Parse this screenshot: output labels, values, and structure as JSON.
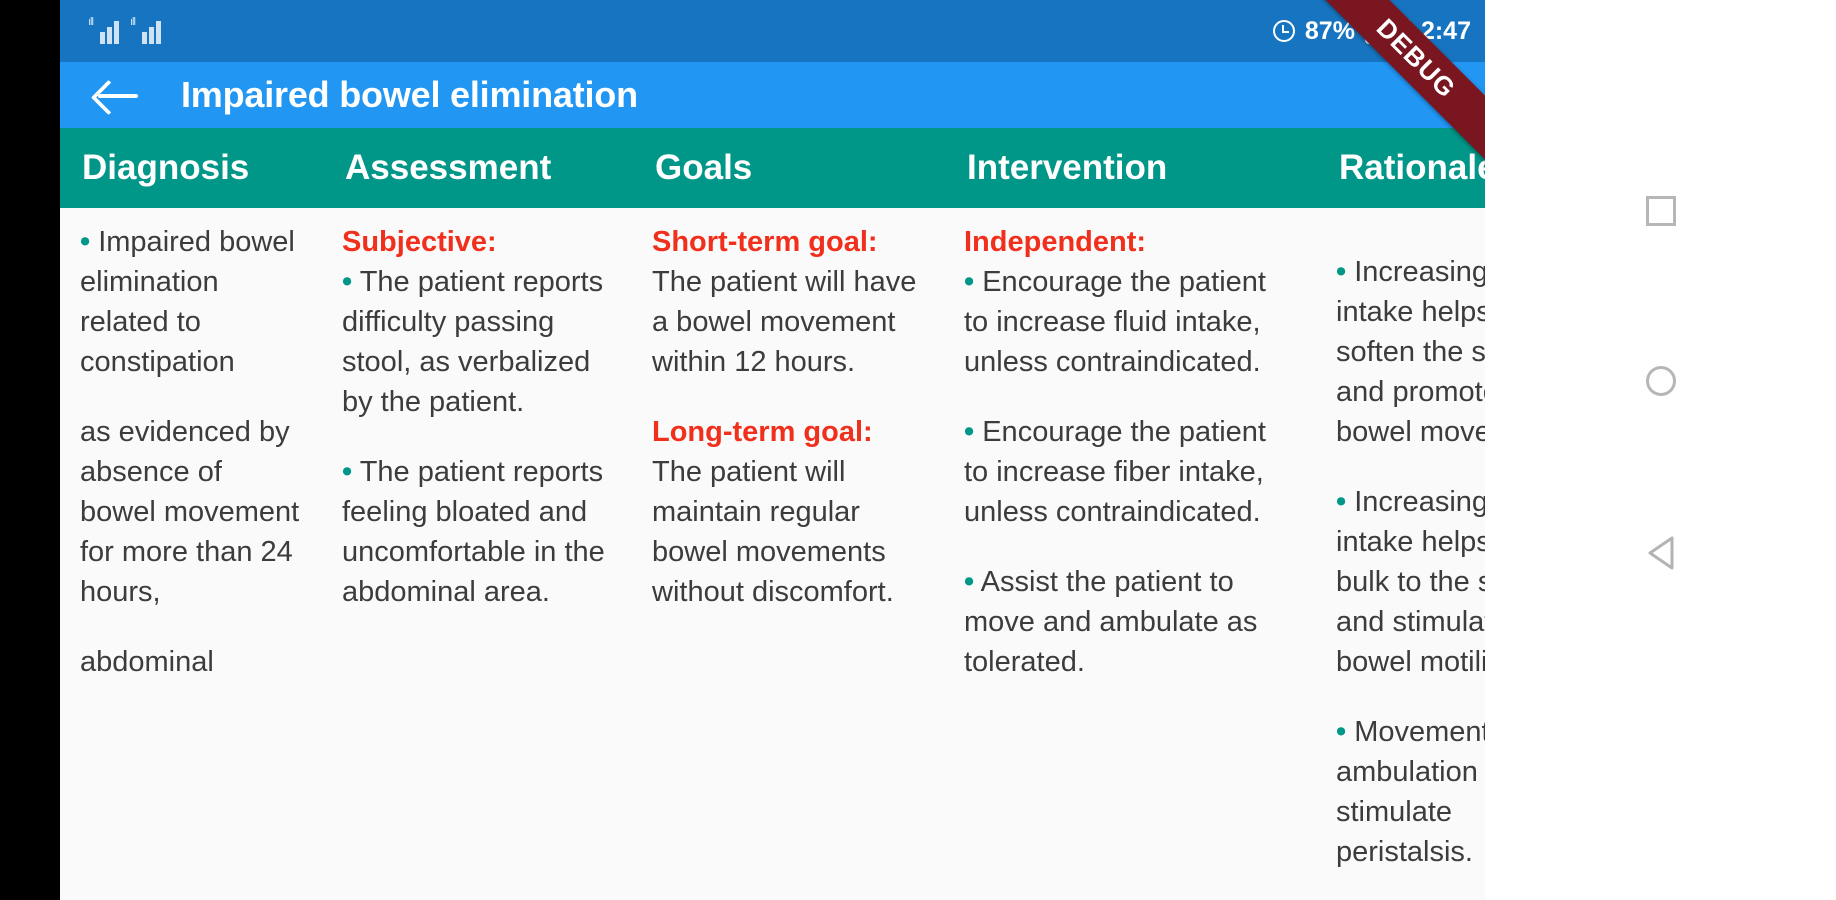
{
  "status_bar": {
    "signal_1_label": "signal-bars-sim1",
    "signal_2_label": "signal-bars-sim2",
    "alarm_icon": "alarm-icon",
    "battery_percent": "87%",
    "battery_icon": "battery-icon",
    "time": "2:47"
  },
  "app_bar": {
    "back_icon": "back-arrow-icon",
    "title": "Impaired bowel elimination"
  },
  "debug_ribbon": {
    "label": "DEBUG"
  },
  "nav_bar": {
    "recent_label": "recent-apps-button",
    "home_label": "home-button",
    "back_label": "back-button"
  },
  "table": {
    "headers": [
      "Diagnosis",
      "Assessment",
      "Goals",
      "Intervention",
      "Rationale"
    ],
    "row": {
      "diagnosis": {
        "bullet": "•",
        "line1": "Impaired bowel elimination related to constipation",
        "line2": "as evidenced by absence of bowel movement for more than 24 hours,",
        "line3": "abdominal"
      },
      "assessment": {
        "heading": "Subjective:",
        "bullet": "•",
        "item1": "The patient reports difficulty passing stool, as verbalized by the patient.",
        "item2": "The patient reports feeling bloated and uncomfortable in the abdominal area."
      },
      "goals": {
        "short_heading": "Short-term goal:",
        "short_text": "The patient will have a bowel movement within 12 hours.",
        "long_heading": "Long-term goal:",
        "long_text": "The patient will maintain regular bowel movements without discomfort."
      },
      "intervention": {
        "heading": "Independent:",
        "bullet": "•",
        "item1": "Encourage the patient to increase fluid intake, unless contraindicated.",
        "item2": "Encourage the patient to increase fiber intake, unless contraindicated.",
        "item3": "Assist the patient to move and ambulate as tolerated."
      },
      "rationale": {
        "bullet": "•",
        "item1": "Increasing fluid intake helps to soften the stool and promotes bowel movement.",
        "item2": "Increasing fiber intake helps to add bulk to the stool and stimulates bowel motility.",
        "item3": "Movement and ambulation stimulate peristalsis."
      }
    }
  },
  "colors": {
    "status_bar": "#1774c0",
    "app_bar": "#2196f3",
    "table_header": "#009688",
    "accent_red": "#f0301c",
    "bullet_teal": "#009688",
    "ribbon": "#7a1620"
  }
}
